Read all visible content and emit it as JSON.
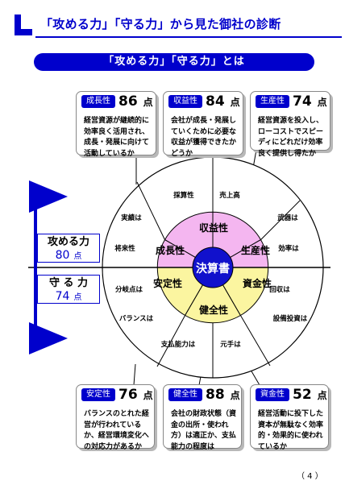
{
  "page_title": "「攻める力」「守る力」から見た御社の診断",
  "banner": "「攻める力」「守る力」とは",
  "top_boxes": [
    {
      "tag": "成長性",
      "score": "86",
      "unit": "点",
      "desc": "経営資源が継続的に効率良く活用され、成長・発展に向けて活動しているか"
    },
    {
      "tag": "収益性",
      "score": "84",
      "unit": "点",
      "desc": "会社が成長・発展していくために必要な収益が獲得できたかどうか"
    },
    {
      "tag": "生産性",
      "score": "74",
      "unit": "点",
      "desc": "経営資源を投入し、ローコストでスピーディにどれだけ効率良く提供し得たか"
    }
  ],
  "bottom_boxes": [
    {
      "tag": "安定性",
      "score": "76",
      "unit": "点",
      "desc": "バランスのとれた経営が行われているか、経営環境変化への対応力があるか"
    },
    {
      "tag": "健全性",
      "score": "88",
      "unit": "点",
      "desc": "会社の財政状態（資金の出所・使われ方）は適正か、支払能力の程度は"
    },
    {
      "tag": "資金性",
      "score": "52",
      "unit": "点",
      "desc": "経営活動に投下した資本が無駄なく効率的・効果的に使われているか"
    }
  ],
  "attack": {
    "label": "攻める力",
    "score": "80",
    "unit": "点"
  },
  "defend": {
    "label": "守 る 力",
    "score": "74",
    "unit": "点"
  },
  "center": "決算書",
  "segments": {
    "growth": "成長性",
    "profit": "収益性",
    "product": "生産性",
    "stable": "安定性",
    "fund": "資金性",
    "health": "健全性"
  },
  "outer_labels": {
    "saiyouryoku": "採算性",
    "uriagedaka": "売上高",
    "jissekichi": "実績は",
    "bukaseki": "武器は",
    "shouraisei": "将来性",
    "kouritsu": "効率は",
    "bunkiten": "分岐点は",
    "kaishuu": "回収は",
    "balance": "バランスは",
    "setsubi": "設備投資は",
    "shiharai": "支払能力は",
    "motode": "元手は"
  },
  "page_number": "（ 4 ）",
  "colors": {
    "blue": "#0000cc",
    "pink": "#f4b6f0",
    "yellow": "#fbf5a0",
    "center": "#1111cc"
  }
}
